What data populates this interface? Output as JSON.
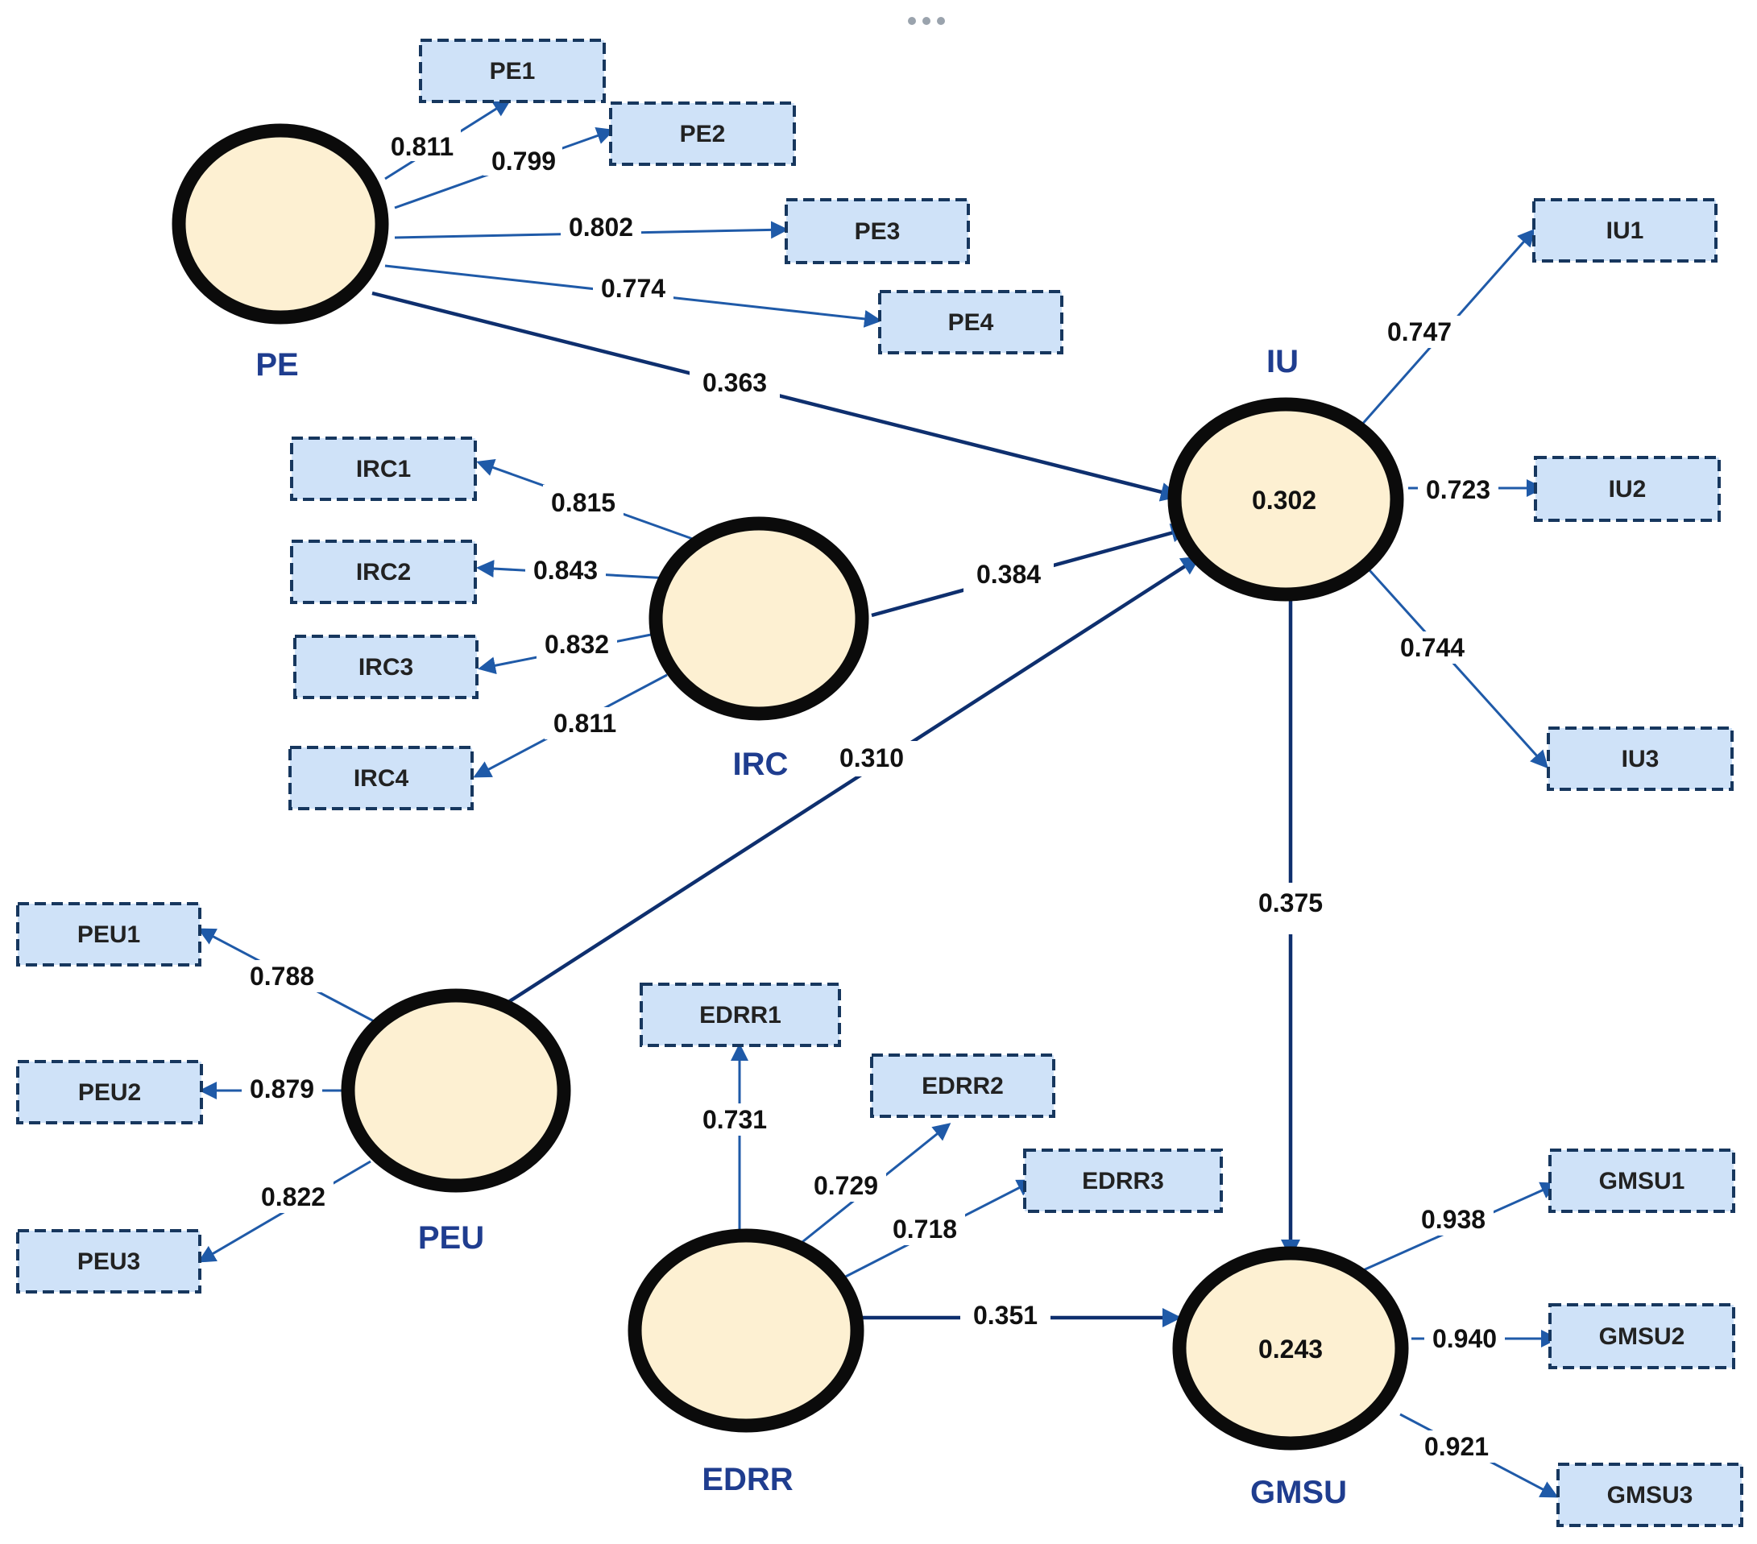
{
  "colors": {
    "indicator_fill": "#cfe2f8",
    "indicator_border": "#17375e",
    "construct_fill": "#fdf0d2",
    "construct_border": "#0b0b0b",
    "construct_label": "#1f3d8f",
    "arrow": "#1f5aa8"
  },
  "toolbar": {
    "icon": "ellipsis-icon"
  },
  "constructs": {
    "PE": {
      "label": "PE",
      "r2": ""
    },
    "IRC": {
      "label": "IRC",
      "r2": ""
    },
    "PEU": {
      "label": "PEU",
      "r2": ""
    },
    "EDRR": {
      "label": "EDRR",
      "r2": ""
    },
    "IU": {
      "label": "IU",
      "r2": "0.302"
    },
    "GMSU": {
      "label": "GMSU",
      "r2": "0.243"
    }
  },
  "indicators": {
    "PE1": "PE1",
    "PE2": "PE2",
    "PE3": "PE3",
    "PE4": "PE4",
    "IRC1": "IRC1",
    "IRC2": "IRC2",
    "IRC3": "IRC3",
    "IRC4": "IRC4",
    "PEU1": "PEU1",
    "PEU2": "PEU2",
    "PEU3": "PEU3",
    "EDRR1": "EDRR1",
    "EDRR2": "EDRR2",
    "EDRR3": "EDRR3",
    "IU1": "IU1",
    "IU2": "IU2",
    "IU3": "IU3",
    "GMSU1": "GMSU1",
    "GMSU2": "GMSU2",
    "GMSU3": "GMSU3"
  },
  "loadings": {
    "PE1": "0.811",
    "PE2": "0.799",
    "PE3": "0.802",
    "PE4": "0.774",
    "IRC1": "0.815",
    "IRC2": "0.843",
    "IRC3": "0.832",
    "IRC4": "0.811",
    "PEU1": "0.788",
    "PEU2": "0.879",
    "PEU3": "0.822",
    "EDRR1": "0.731",
    "EDRR2": "0.729",
    "EDRR3": "0.718",
    "IU1": "0.747",
    "IU2": "0.723",
    "IU3": "0.744",
    "GMSU1": "0.938",
    "GMSU2": "0.940",
    "GMSU3": "0.921"
  },
  "paths": {
    "PE_IU": "0.363",
    "IRC_IU": "0.384",
    "PEU_IU": "0.310",
    "IU_GMSU": "0.375",
    "EDRR_GMSU": "0.351"
  }
}
